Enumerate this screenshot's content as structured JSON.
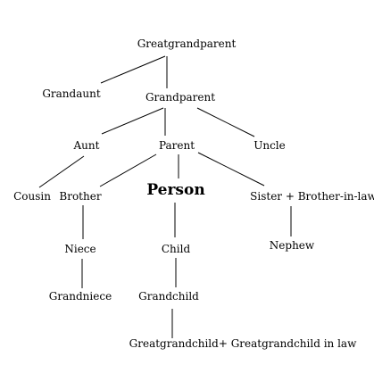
{
  "nodes": {
    "greatgrandparent": "Greatgrandparent",
    "grandaunt": "Grandaunt",
    "grandparent": "Grandparent",
    "aunt": "Aunt",
    "parent": "Parent",
    "uncle": "Uncle",
    "cousin": "Cousin",
    "brother": "Brother",
    "person": "Person",
    "sister_brother_in_law": "Sister + Brother-in-law",
    "niece": "Niece",
    "child": "Child",
    "nephew": "Nephew",
    "grandniece": "Grandniece",
    "grandchild": "Grandchild",
    "greatgrandchild": "Greatgrandchild+ Greatgrandchild in law"
  },
  "edges": [
    [
      "greatgrandparent",
      "grandaunt"
    ],
    [
      "greatgrandparent",
      "grandparent"
    ],
    [
      "grandparent",
      "aunt"
    ],
    [
      "grandparent",
      "parent"
    ],
    [
      "grandparent",
      "uncle"
    ],
    [
      "aunt",
      "cousin"
    ],
    [
      "parent",
      "brother"
    ],
    [
      "parent",
      "person"
    ],
    [
      "parent",
      "sister_brother_in_law"
    ],
    [
      "brother",
      "niece"
    ],
    [
      "person",
      "child"
    ],
    [
      "sister_brother_in_law",
      "nephew"
    ],
    [
      "niece",
      "grandniece"
    ],
    [
      "child",
      "grandchild"
    ],
    [
      "grandchild",
      "greatgrandchild"
    ]
  ]
}
